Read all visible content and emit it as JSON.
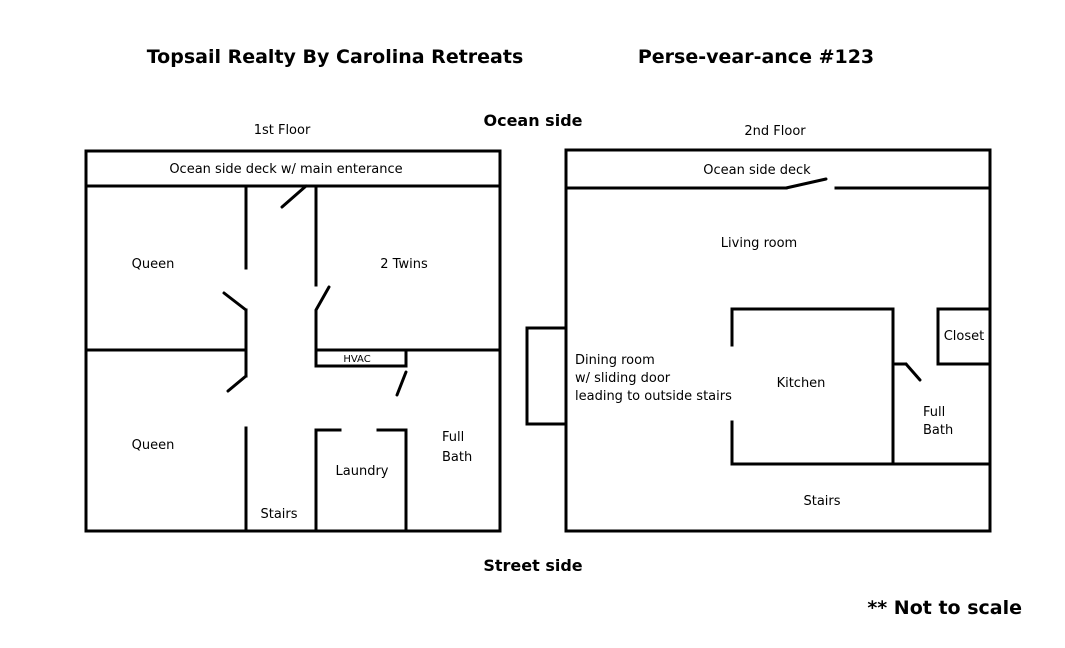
{
  "header": {
    "company": "Topsail Realty By Carolina Retreats",
    "property": "Perse-vear-ance #123"
  },
  "orientation": {
    "top": "Ocean side",
    "bottom": "Street side"
  },
  "floor1": {
    "title": "1st Floor",
    "deck": "Ocean side deck w/ main enterance",
    "bedroom_top_left": "Queen",
    "bedroom_top_right": "2 Twins",
    "bedroom_bottom_left": "Queen",
    "hvac": "HVAC",
    "laundry": "Laundry",
    "bath_line1": "Full",
    "bath_line2": "Bath",
    "stairs": "Stairs"
  },
  "floor2": {
    "title": "2nd Floor",
    "deck": "Ocean side deck",
    "living": "Living room",
    "dining_line1": "Dining room",
    "dining_line2": "w/ sliding door",
    "dining_line3": "leading to outside stairs",
    "kitchen": "Kitchen",
    "closet": "Closet",
    "bath_line1": "Full",
    "bath_line2": "Bath",
    "stairs": "Stairs"
  },
  "footnote": "** Not to scale"
}
